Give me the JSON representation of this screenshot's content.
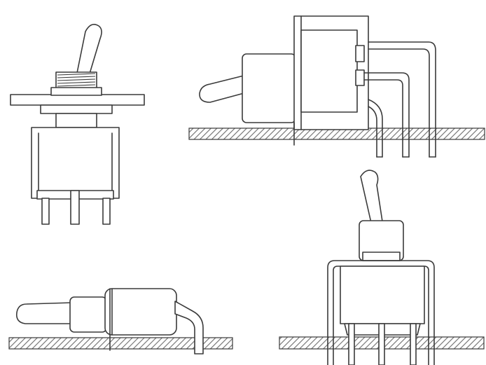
{
  "figure": {
    "views": [
      "panel-mount-front-view",
      "right-angle-pcb-side-view",
      "horizontal-pcb-side-view",
      "vertical-pcb-front-view"
    ],
    "colors": {
      "line": "#3a3a3a",
      "hatch": "#6e6e6e",
      "background": "#ffffff"
    }
  }
}
